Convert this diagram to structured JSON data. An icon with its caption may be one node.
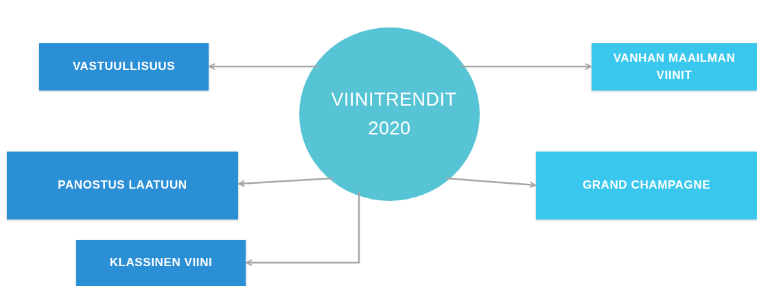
{
  "diagram": {
    "nodes": [
      {
        "text": [
          "VIINITRENDIT 2020"
        ]
      },
      {
        "text": [
          "VASTUULLISUUS"
        ]
      },
      {
        "text": [
          "VANHAN MAAILMAN VIINIT"
        ]
      },
      {
        "text": [
          "PANOSTUS LAATUUN"
        ]
      },
      {
        "text": [
          "GRAND CHAMPAGNE"
        ]
      },
      {
        "text": [
          "KLASSINEN VIINI"
        ]
      }
    ],
    "edges": [
      {
        "from": 0,
        "to": 1,
        "arrow": "to"
      },
      {
        "from": 0,
        "to": 2,
        "arrow": "to"
      },
      {
        "from": 0,
        "to": 3,
        "arrow": "to"
      },
      {
        "from": 0,
        "to": 4,
        "arrow": "to"
      },
      {
        "from": 0,
        "to": 5,
        "arrow": "to"
      }
    ]
  }
}
